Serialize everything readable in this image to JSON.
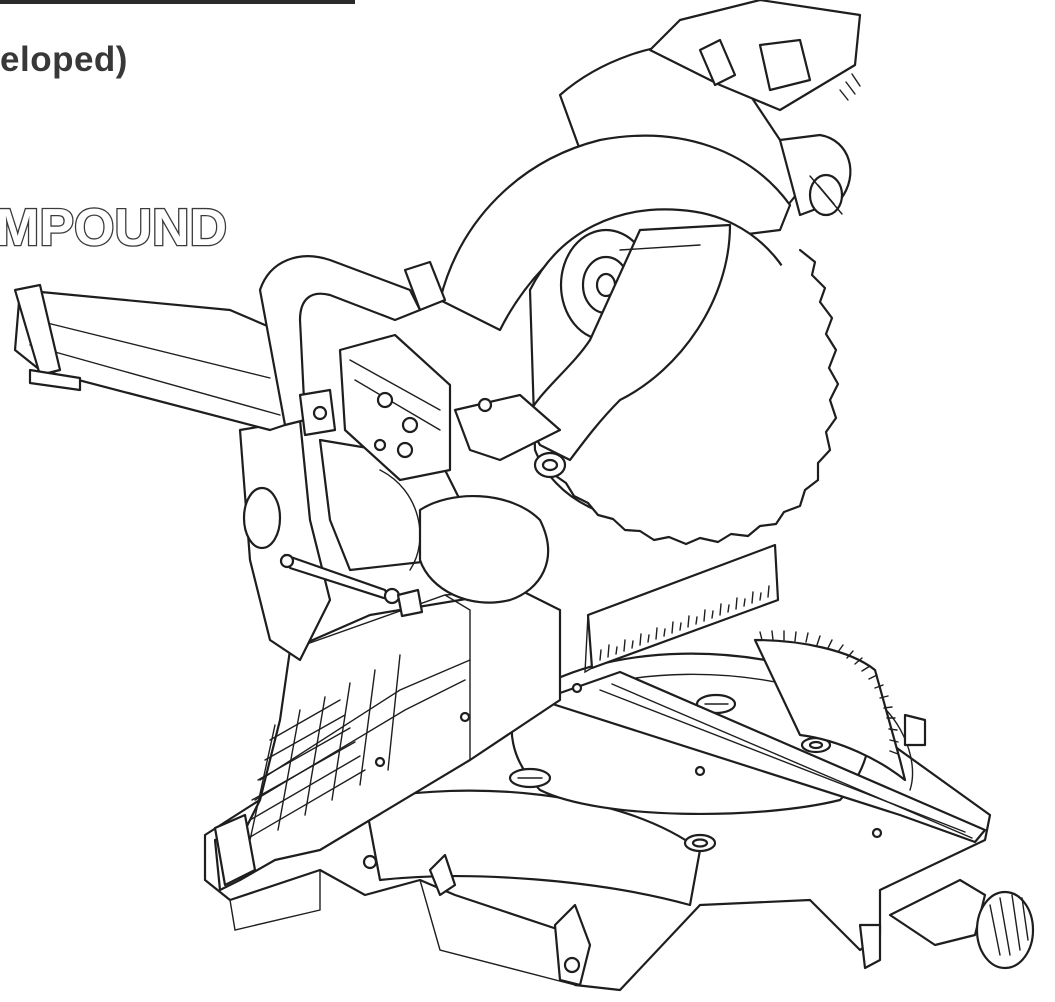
{
  "document": {
    "heading_partial": "eloped)",
    "heading_main": "MPOUND"
  },
  "illustration": {
    "icon": "sliding-compound-miter-saw-illustration"
  },
  "colors": {
    "text": "#383838",
    "line": "#1e1e1e",
    "paper": "#ffffff"
  }
}
